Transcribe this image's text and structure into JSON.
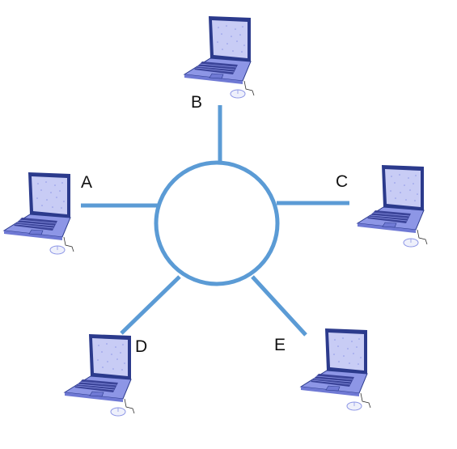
{
  "colors": {
    "network_line": "#5b9bd5",
    "laptop_frame": "#2b3a8c",
    "laptop_screen": "#c8ccf5",
    "laptop_body": "#8d96e6",
    "laptop_keys": "#3b4499",
    "laptop_base_shadow": "#6f79d4",
    "mouse_fill": "#eef0fb"
  },
  "central_node": {
    "shape": "ring"
  },
  "nodes": [
    {
      "id": "A",
      "label": "A",
      "icon": "laptop-icon"
    },
    {
      "id": "B",
      "label": "B",
      "icon": "laptop-icon"
    },
    {
      "id": "C",
      "label": "C",
      "icon": "laptop-icon"
    },
    {
      "id": "D",
      "label": "D",
      "icon": "laptop-icon"
    },
    {
      "id": "E",
      "label": "E",
      "icon": "laptop-icon"
    }
  ]
}
